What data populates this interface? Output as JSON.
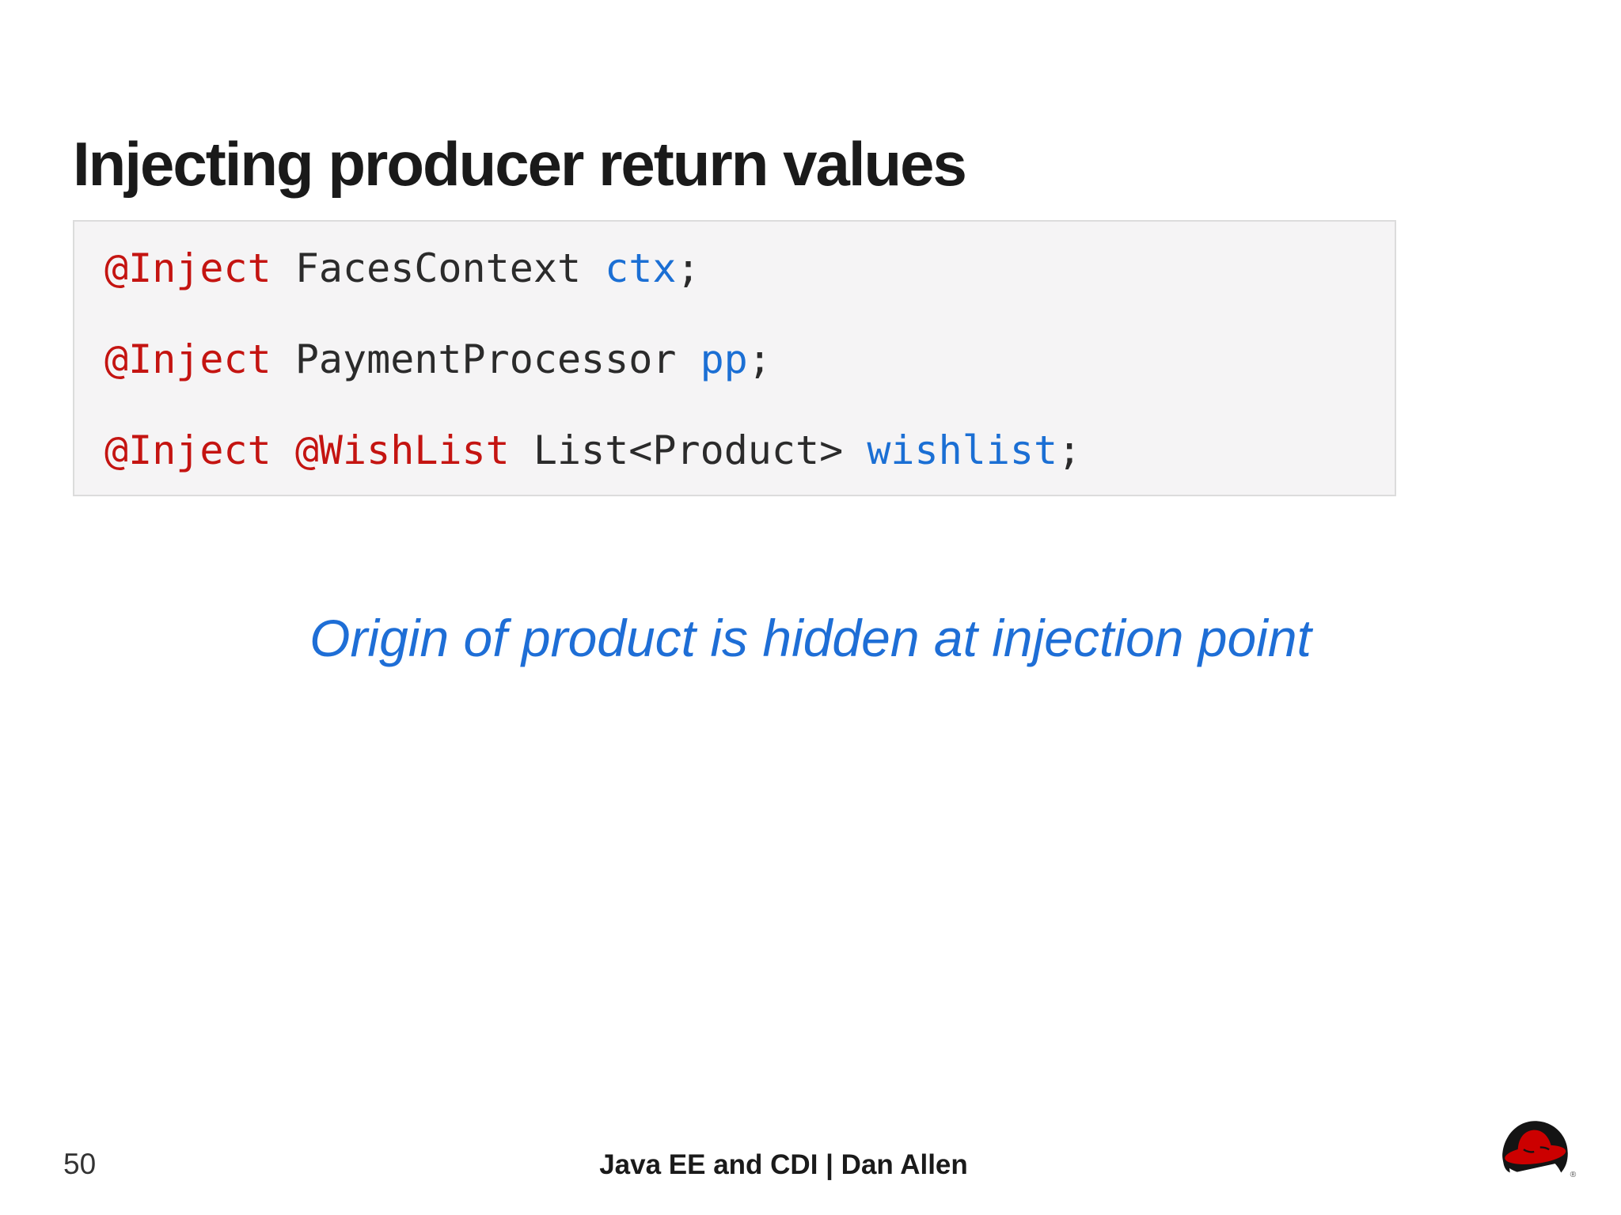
{
  "colors": {
    "annotation_red": "#c41411",
    "identifier_blue": "#1b6fd4",
    "code_text": "#2b2b2b",
    "callout_blue": "#1e6ed6",
    "code_bg": "#f5f4f5",
    "code_border": "#dcdcdc",
    "logo_red": "#cc0000",
    "logo_black": "#141414"
  },
  "title": "Injecting producer return values",
  "code": {
    "lines": [
      [
        {
          "text": "@Inject",
          "style": "annotation"
        },
        {
          "text": " FacesContext ",
          "style": "plain"
        },
        {
          "text": "ctx",
          "style": "identifier"
        },
        {
          "text": ";",
          "style": "plain"
        }
      ],
      [
        {
          "text": "@Inject",
          "style": "annotation"
        },
        {
          "text": " PaymentProcessor ",
          "style": "plain"
        },
        {
          "text": "pp",
          "style": "identifier"
        },
        {
          "text": ";",
          "style": "plain"
        }
      ],
      [
        {
          "text": "@Inject",
          "style": "annotation"
        },
        {
          "text": " ",
          "style": "plain"
        },
        {
          "text": "@WishList",
          "style": "annotation"
        },
        {
          "text": " List<Product> ",
          "style": "plain"
        },
        {
          "text": "wishlist",
          "style": "identifier"
        },
        {
          "text": ";",
          "style": "plain"
        }
      ]
    ]
  },
  "callout": "Origin of product is hidden at injection point",
  "footer": {
    "page_number": "50",
    "credit": "Java EE and CDI | Dan Allen"
  },
  "logo": {
    "name": "redhat-shadowman",
    "reg_mark": "®"
  }
}
